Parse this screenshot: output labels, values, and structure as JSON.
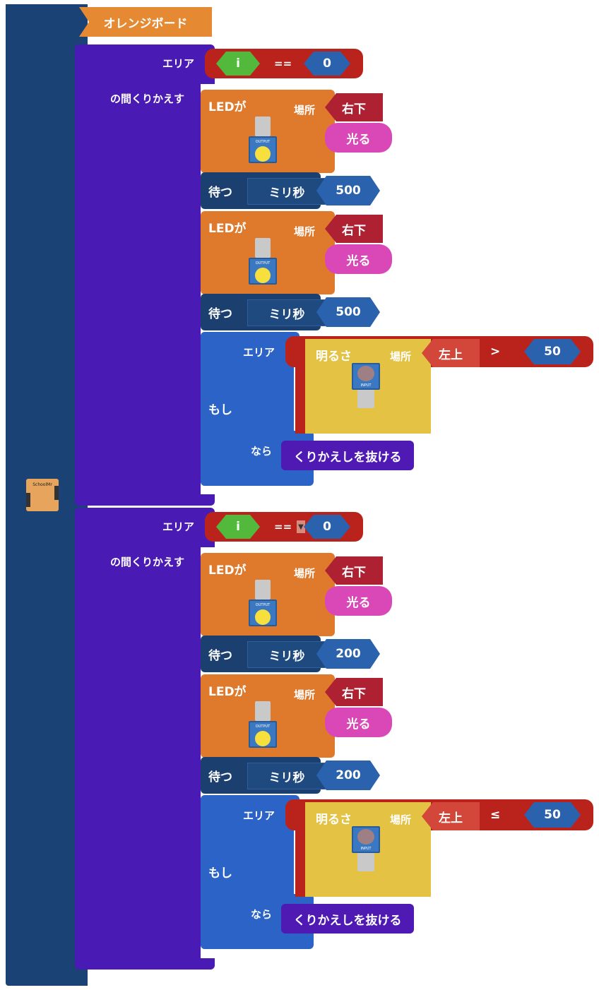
{
  "colors": {
    "board": "#1b4274",
    "loop": "#4a1ab5",
    "led": "#df7a2d",
    "wait": "#1b4070",
    "wait_value": "#2b62ad",
    "if_block": "#2c63c6",
    "compare": "#ba231c",
    "var": "#52b93c",
    "place": "#ae2132",
    "light_place": "#d2473a",
    "shine": "#da48b7",
    "sensor": "#e4c243",
    "break": "#4f19b4",
    "title": "#e58a33"
  },
  "board": {
    "title": "オレンジボード",
    "icon_label": "SchoolMr"
  },
  "loops": [
    {
      "area_label": "エリア",
      "repeat_label": "の間くりかえす",
      "condition": {
        "var": "i",
        "op": "==",
        "value": "0"
      },
      "leds": [
        {
          "label": "LEDが",
          "place_label": "場所",
          "place": "右下",
          "action": "光る",
          "module_label": "OUTPUT"
        },
        {
          "label": "LEDが",
          "place_label": "場所",
          "place": "右下",
          "action": "光る",
          "module_label": "OUTPUT"
        }
      ],
      "waits": [
        {
          "label": "待つ",
          "unit": "ミリ秒",
          "value": "500"
        },
        {
          "label": "待つ",
          "unit": "ミリ秒",
          "value": "500"
        }
      ],
      "if_block": {
        "area_label": "エリア",
        "if_label": "もし",
        "then_label": "なら",
        "sensor_label": "明るさ",
        "place_label": "場所",
        "place": "左上",
        "op": ">",
        "value": "50",
        "module_label": "INPUT",
        "action": "くりかえしを抜ける"
      }
    },
    {
      "area_label": "エリア",
      "repeat_label": "の間くりかえす",
      "condition": {
        "var": "i",
        "op": "==",
        "value": "0"
      },
      "leds": [
        {
          "label": "LEDが",
          "place_label": "場所",
          "place": "右下",
          "action": "光る",
          "module_label": "OUTPUT"
        },
        {
          "label": "LEDが",
          "place_label": "場所",
          "place": "右下",
          "action": "光る",
          "module_label": "OUTPUT"
        }
      ],
      "waits": [
        {
          "label": "待つ",
          "unit": "ミリ秒",
          "value": "200"
        },
        {
          "label": "待つ",
          "unit": "ミリ秒",
          "value": "200"
        }
      ],
      "if_block": {
        "area_label": "エリア",
        "if_label": "もし",
        "then_label": "なら",
        "sensor_label": "明るさ",
        "place_label": "場所",
        "place": "左上",
        "op": "≤",
        "value": "50",
        "module_label": "INPUT",
        "action": "くりかえしを抜ける"
      }
    }
  ]
}
